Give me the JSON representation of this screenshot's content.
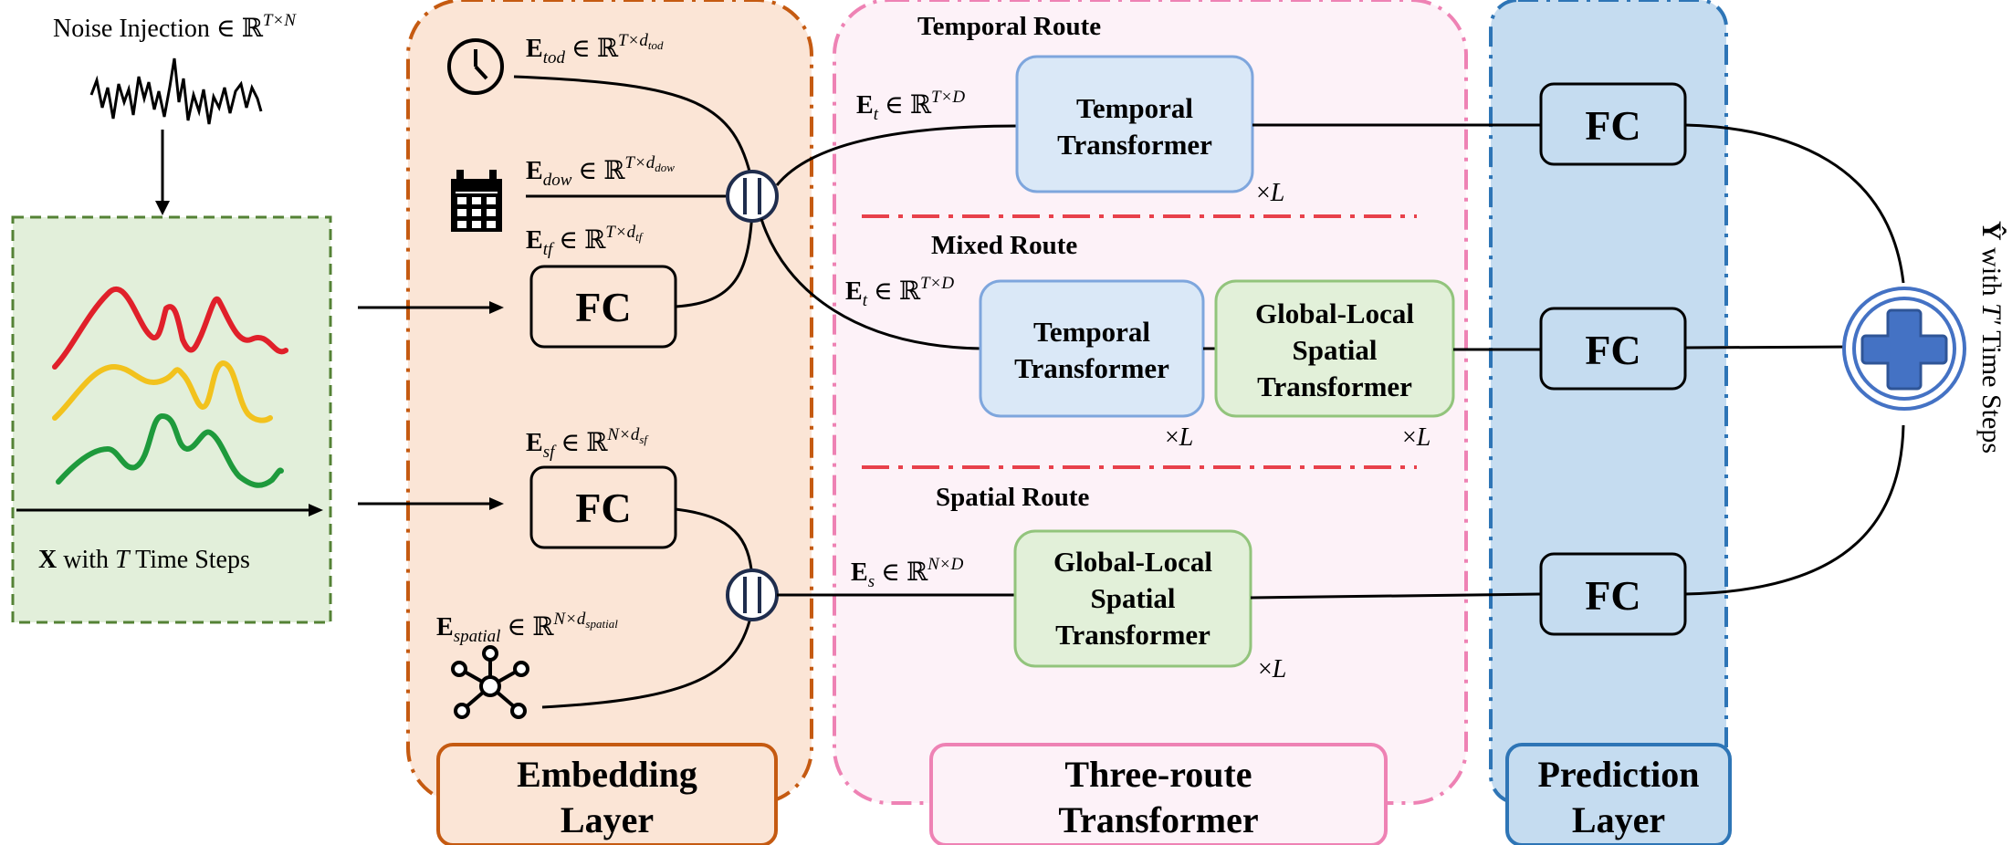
{
  "noise": {
    "text": "Noise Injection ∈ ℝ",
    "sup": "T×N"
  },
  "input": {
    "bold": "X",
    "rest": " with ",
    "t": "T",
    "tail": " Time Steps"
  },
  "embedding": {
    "title_line1": "Embedding",
    "title_line2": "Layer",
    "tod_label": {
      "base": "E",
      "sub": "tod",
      "rest": " ∈ ℝ",
      "sup": "T×d",
      "supsub": "tod"
    },
    "dow_label": {
      "base": "E",
      "sub": "dow",
      "rest": " ∈ ℝ",
      "sup": "T×d",
      "supsub": "dow"
    },
    "tf_label": {
      "base": "E",
      "sub": "tf",
      "rest": " ∈ ℝ",
      "sup": "T×d",
      "supsub": "tf"
    },
    "sf_label": {
      "base": "E",
      "sub": "sf",
      "rest": " ∈ ℝ",
      "sup": "N×d",
      "supsub": "sf"
    },
    "spatial_label": {
      "base": "E",
      "sub": "spatial",
      "rest": " ∈ ℝ",
      "sup": "N×d",
      "supsub": "spatial"
    },
    "fc_tf": "FC",
    "fc_sf": "FC"
  },
  "three_route": {
    "title_line1": "Three-route",
    "title_line2": "Transformer",
    "temporal_route": "Temporal Route",
    "mixed_route": "Mixed Route",
    "spatial_route": "Spatial Route",
    "et_label": {
      "base": "E",
      "sub": "t",
      "rest": " ∈ ℝ",
      "sup": "T×D"
    },
    "et2_label": {
      "base": "E",
      "sub": "t",
      "rest": " ∈ ℝ",
      "sup": "T×D"
    },
    "es_label": {
      "base": "E",
      "sub": "s",
      "rest": " ∈ ℝ",
      "sup": "N×D"
    },
    "temporal_transformer": [
      "Temporal",
      "Transformer"
    ],
    "mixed_temporal_transformer": [
      "Temporal",
      "Transformer"
    ],
    "mixed_spatial_transformer": [
      "Global-Local",
      "Spatial",
      "Transformer"
    ],
    "spatial_transformer": [
      "Global-Local",
      "Spatial",
      "Transformer"
    ],
    "repeat": "×",
    "repeat_var": "L"
  },
  "prediction": {
    "title_line1": "Prediction",
    "title_line2": "Layer",
    "fc1": "FC",
    "fc2": "FC",
    "fc3": "FC"
  },
  "output": {
    "bold": "Ŷ",
    "with": " with ",
    "t": "T′",
    "tail": " Time Steps"
  },
  "colors": {
    "embedding_bg": "#fbe5d6",
    "embedding_border": "#c55a11",
    "route_bg": "#fdf2f8",
    "route_border": "#ee82b4",
    "divider": "#e8414b",
    "prediction_bg": "#c5dcf0",
    "prediction_border": "#2e75b6",
    "input_bg": "#e2efda",
    "input_border": "#548235",
    "temporal_box_bg": "#dae8f7",
    "temporal_box_border": "#7ea6dd",
    "spatial_box_bg": "#e2f0d9",
    "spatial_box_border": "#92c47c",
    "plus": "#4472c4",
    "series_red": "#e0202a",
    "series_yellow": "#f2c21d",
    "series_green": "#1e9a3c"
  },
  "icons": [
    "clock-icon",
    "calendar-icon",
    "graph-nodes-icon",
    "concat-icon",
    "plus-icon"
  ]
}
